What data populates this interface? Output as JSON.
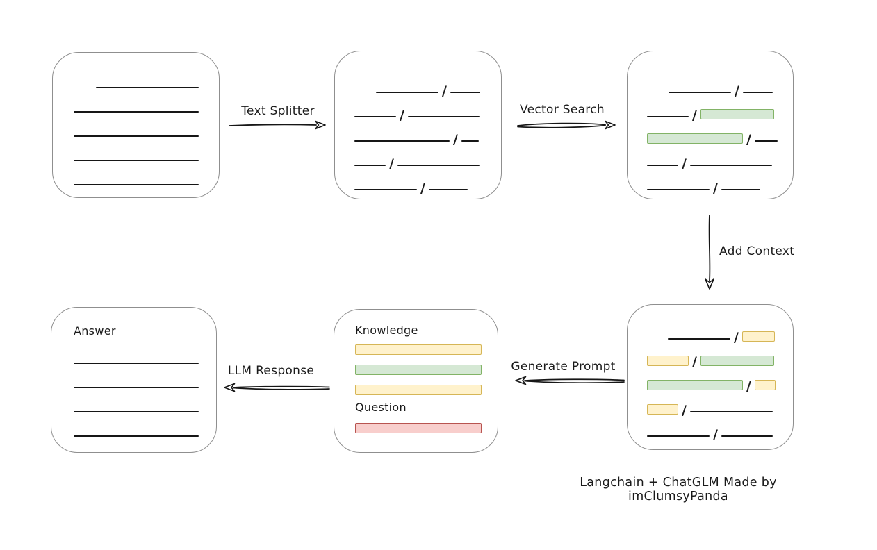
{
  "caption": "Langchain + ChatGLM Made by imClumsyPanda",
  "arrows": {
    "text_splitter": {
      "label": "Text Splitter"
    },
    "vector_search": {
      "label": "Vector Search"
    },
    "add_context": {
      "label": "Add Context"
    },
    "generate_prompt": {
      "label": "Generate Prompt"
    },
    "llm_response": {
      "label": "LLM Response"
    }
  },
  "colors": {
    "green_fill": "#d5e8d4",
    "green_stroke": "#82b366",
    "yellow_fill": "#fff2cc",
    "yellow_stroke": "#d6b656",
    "red_fill": "#f8cecc",
    "red_stroke": "#b85450",
    "box_border": "#8f8f8f",
    "ink": "#161616"
  },
  "boxes": {
    "document": {
      "rows": [
        [
          {
            "t": "line",
            "w": 148,
            "ind": 32
          }
        ],
        [
          {
            "t": "line",
            "w": 180
          }
        ],
        [
          {
            "t": "line",
            "w": 180
          }
        ],
        [
          {
            "t": "line",
            "w": 180
          }
        ],
        [
          {
            "t": "line",
            "w": 180
          }
        ]
      ]
    },
    "chunks": {
      "rows": [
        [
          {
            "t": "line",
            "w": 90,
            "ind": 31
          },
          {
            "t": "slash"
          },
          {
            "t": "line",
            "w": 43
          }
        ],
        [
          {
            "t": "line",
            "w": 60
          },
          {
            "t": "slash"
          },
          {
            "t": "line",
            "w": 103
          }
        ],
        [
          {
            "t": "line",
            "w": 137
          },
          {
            "t": "slash"
          },
          {
            "t": "line",
            "w": 25
          }
        ],
        [
          {
            "t": "line",
            "w": 45
          },
          {
            "t": "slash"
          },
          {
            "t": "line",
            "w": 118
          }
        ],
        [
          {
            "t": "line",
            "w": 90
          },
          {
            "t": "slash"
          },
          {
            "t": "line",
            "w": 56
          }
        ]
      ]
    },
    "retrieved": {
      "rows": [
        [
          {
            "t": "line",
            "w": 90,
            "ind": 31
          },
          {
            "t": "slash"
          },
          {
            "t": "line",
            "w": 43
          }
        ],
        [
          {
            "t": "line",
            "w": 60
          },
          {
            "t": "slash"
          },
          {
            "t": "green",
            "w": 106
          }
        ],
        [
          {
            "t": "green",
            "w": 138
          },
          {
            "t": "slash"
          },
          {
            "t": "line",
            "w": 33
          }
        ],
        [
          {
            "t": "line",
            "w": 45
          },
          {
            "t": "slash"
          },
          {
            "t": "line",
            "w": 118
          }
        ],
        [
          {
            "t": "line",
            "w": 90
          },
          {
            "t": "slash"
          },
          {
            "t": "line",
            "w": 56
          }
        ]
      ]
    },
    "context": {
      "rows": [
        [
          {
            "t": "line",
            "w": 90,
            "ind": 30
          },
          {
            "t": "slash"
          },
          {
            "t": "yellow",
            "w": 47
          }
        ],
        [
          {
            "t": "yellow",
            "w": 60
          },
          {
            "t": "slash"
          },
          {
            "t": "green",
            "w": 106
          }
        ],
        [
          {
            "t": "green",
            "w": 138
          },
          {
            "t": "slash"
          },
          {
            "t": "yellow",
            "w": 30
          }
        ],
        [
          {
            "t": "yellow",
            "w": 45
          },
          {
            "t": "slash"
          },
          {
            "t": "line",
            "w": 119
          }
        ],
        [
          {
            "t": "line",
            "w": 90
          },
          {
            "t": "slash"
          },
          {
            "t": "line",
            "w": 74
          }
        ]
      ]
    },
    "prompt": {
      "knowledge_label": "Knowledge",
      "question_label": "Question",
      "knowledge_bars": [
        [
          {
            "t": "yellow",
            "w": 182
          }
        ],
        [
          {
            "t": "green",
            "w": 182
          }
        ],
        [
          {
            "t": "yellow",
            "w": 182
          }
        ]
      ],
      "question_bars": [
        [
          {
            "t": "red",
            "w": 182
          }
        ]
      ]
    },
    "answer": {
      "label": "Answer",
      "rows": [
        [
          {
            "t": "line",
            "w": 180
          }
        ],
        [
          {
            "t": "line",
            "w": 180
          }
        ],
        [
          {
            "t": "line",
            "w": 180
          }
        ],
        [
          {
            "t": "line",
            "w": 180
          }
        ]
      ]
    }
  }
}
